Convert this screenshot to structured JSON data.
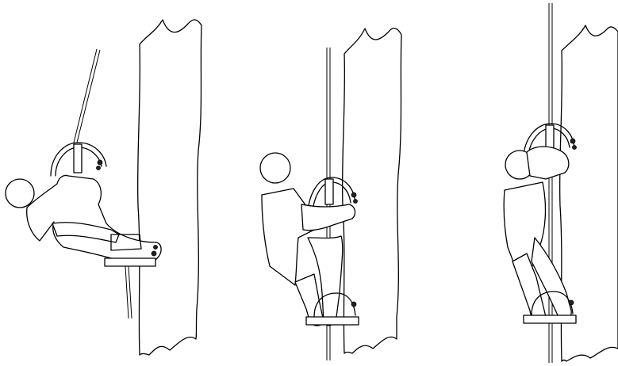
{
  "figure": {
    "panels": [
      {
        "id": "panel-1",
        "stage": "sitting-back-on-upper-saddle"
      },
      {
        "id": "panel-2",
        "stage": "standing-on-lower-platform"
      },
      {
        "id": "panel-3",
        "stage": "hugging-tree-upright"
      }
    ],
    "colors": {
      "ink": "#000000",
      "background": "#ffffff"
    }
  }
}
